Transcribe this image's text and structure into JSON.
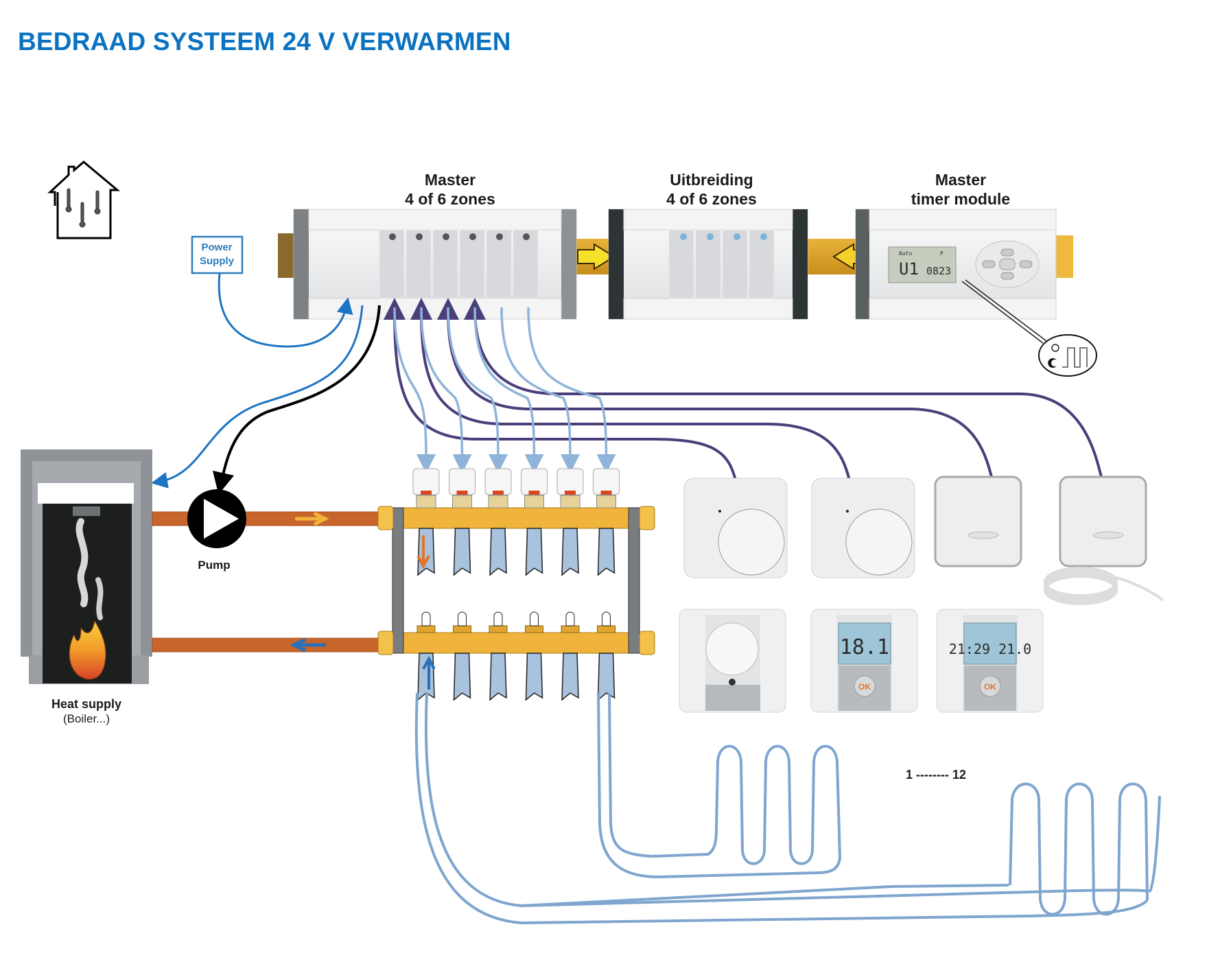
{
  "title": "BEDRAAD SYSTEEM 24 V VERWARMEN",
  "colors": {
    "title_blue": "#0a72c0",
    "power_wire": "#1c74c4",
    "pump_wire": "#000000",
    "thermostat_wire": "#4a3f7a",
    "actuator_wire": "#8fb3d9",
    "pipe_copper": "#c8652a",
    "manifold_brass": "#f0b43c",
    "floor_loop": "#7fa6cf"
  },
  "modules": {
    "master": {
      "line1": "Master",
      "line2": "4 of 6 zones",
      "zone_leds": 6
    },
    "extension": {
      "line1": "Uitbreiding",
      "line2": "4 of 6 zones",
      "zone_leds": 4
    },
    "timer": {
      "line1": "Master",
      "line2": "timer module",
      "lcd_main": "U1",
      "lcd_time": "0823",
      "lcd_top_left": "Auto",
      "lcd_top_right": "P"
    }
  },
  "power_supply": {
    "line1": "Power",
    "line2": "Supply"
  },
  "pump": {
    "label": "Pump"
  },
  "boiler": {
    "line1": "Heat supply",
    "line2": "(Boiler...)"
  },
  "manifold": {
    "actuators": 6,
    "return_valves": 6
  },
  "thermostats": {
    "analog_dial_count": 2,
    "sensor_count": 2,
    "bottom": [
      {
        "type": "dial-thermostat"
      },
      {
        "type": "digital-thermostat",
        "display": "18.1",
        "button": "OK"
      },
      {
        "type": "programmable-thermostat",
        "display": "21:29 21.0",
        "button": "OK"
      }
    ]
  },
  "zone_range": {
    "label": "1 -------- 12"
  },
  "icons": {
    "house": "house-thermometers-icon",
    "schedule": "day-night-schedule-icon"
  }
}
